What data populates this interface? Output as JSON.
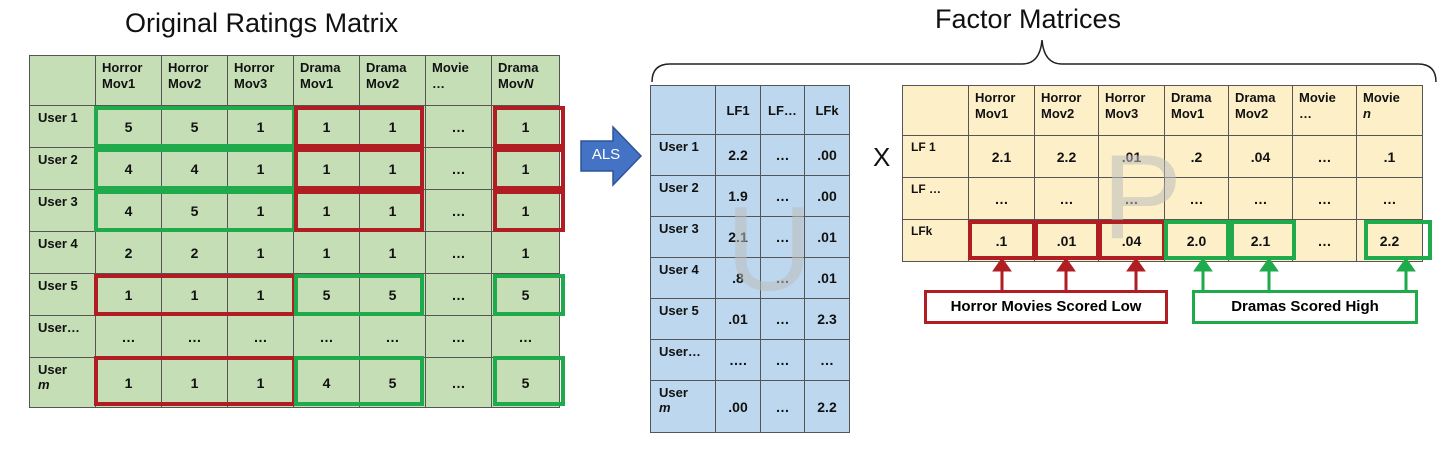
{
  "left": {
    "title": "Original Ratings Matrix",
    "headers": [
      [
        "",
        ""
      ],
      [
        "Horror",
        "Mov1"
      ],
      [
        "Horror",
        "Mov2"
      ],
      [
        "Horror",
        "Mov3"
      ],
      [
        "Drama",
        "Mov1"
      ],
      [
        "Drama",
        "Mov2"
      ],
      [
        "Movie",
        "…"
      ],
      [
        "Drama",
        "MovN"
      ]
    ],
    "rows": [
      {
        "label": "User 1",
        "cells": [
          "5",
          "5",
          "1",
          "1",
          "1",
          "…",
          "1"
        ]
      },
      {
        "label": "User 2",
        "cells": [
          "4",
          "4",
          "1",
          "1",
          "1",
          "…",
          "1"
        ]
      },
      {
        "label": "User 3",
        "cells": [
          "4",
          "5",
          "1",
          "1",
          "1",
          "…",
          "1"
        ]
      },
      {
        "label": "User 4",
        "cells": [
          "2",
          "2",
          "1",
          "1",
          "1",
          "…",
          "1"
        ]
      },
      {
        "label": "User 5",
        "cells": [
          "1",
          "1",
          "1",
          "5",
          "5",
          "…",
          "5"
        ]
      },
      {
        "label": "User…",
        "cells": [
          "…",
          "…",
          "…",
          "…",
          "…",
          "…",
          "…"
        ]
      },
      {
        "label": "User",
        "label2": "m",
        "cells": [
          "1",
          "1",
          "1",
          "4",
          "5",
          "…",
          "5"
        ]
      }
    ]
  },
  "arrow_label": "ALS",
  "right_title": "Factor Matrices",
  "u_matrix": {
    "watermark": "U",
    "headers": [
      "",
      "LF1",
      "LF…",
      "LFk"
    ],
    "rows": [
      {
        "label": "User 1",
        "cells": [
          "2.2",
          "…",
          ".00"
        ]
      },
      {
        "label": "User 2",
        "cells": [
          "1.9",
          "…",
          ".00"
        ]
      },
      {
        "label": "User 3",
        "cells": [
          "2.1",
          "…",
          ".01"
        ]
      },
      {
        "label": "User 4",
        "cells": [
          ".8",
          "…",
          ".01"
        ]
      },
      {
        "label": "User 5",
        "cells": [
          ".01",
          "…",
          "2.3"
        ]
      },
      {
        "label": "User…",
        "cells": [
          "….",
          "…",
          "…"
        ]
      },
      {
        "label": "User",
        "label2": "m",
        "cells": [
          ".00",
          "…",
          "2.2"
        ]
      }
    ]
  },
  "times_symbol": "X",
  "p_matrix": {
    "watermark": "P",
    "headers": [
      [
        "",
        ""
      ],
      [
        "Horror",
        "Mov1"
      ],
      [
        "Horror",
        "Mov2"
      ],
      [
        "Horror",
        "Mov3"
      ],
      [
        "Drama",
        "Mov1"
      ],
      [
        "Drama",
        "Mov2"
      ],
      [
        "Movie",
        "…"
      ],
      [
        "Movie",
        "n"
      ]
    ],
    "rows": [
      {
        "label": "LF 1",
        "cells": [
          "2.1",
          "2.2",
          ".01",
          ".2",
          ".04",
          "…",
          ".1"
        ]
      },
      {
        "label": "LF …",
        "cells": [
          "…",
          "…",
          "…",
          "…",
          "…",
          "…",
          "…"
        ]
      },
      {
        "label": "LFk",
        "cells": [
          ".1",
          ".01",
          ".04",
          "2.0",
          "2.1",
          "…",
          "2.2"
        ]
      }
    ]
  },
  "callouts": {
    "horror": "Horror Movies Scored Low",
    "drama": "Dramas Scored High"
  },
  "colors": {
    "red": "#b01e23",
    "green": "#1faa4c",
    "ratings_fill": "#c5deb5",
    "u_fill": "#bdd7ee",
    "p_fill": "#fdf0c9",
    "arrow": "#4472c4"
  }
}
